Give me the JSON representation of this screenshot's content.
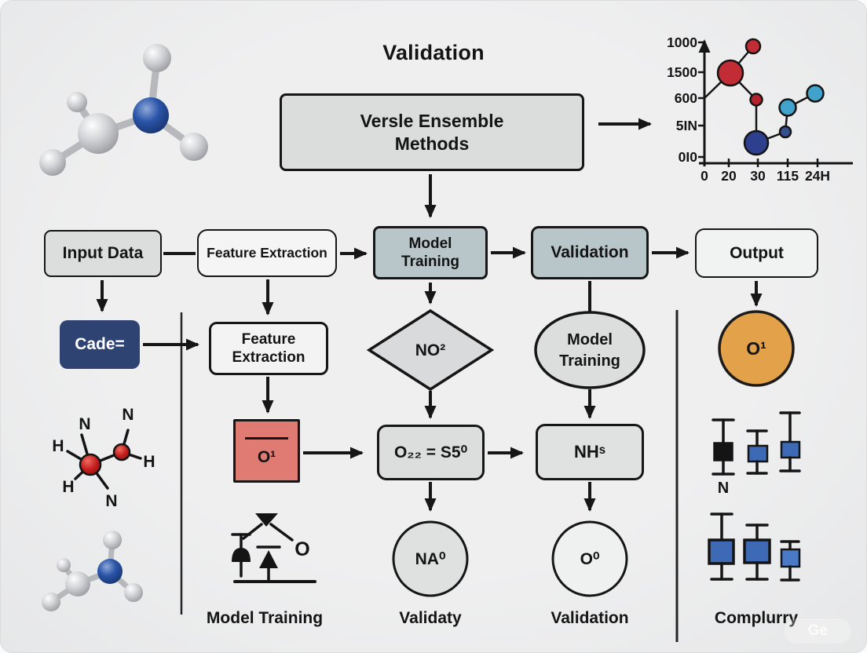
{
  "title": "Validation",
  "ensemble": {
    "line1": "Versle Ensemble",
    "line2": "Methods"
  },
  "pipeline": {
    "input_data": "Input Data",
    "feature_extraction": "Feature Extraction",
    "model_training_line1": "Model",
    "model_training_line2": "Training",
    "validation": "Validation",
    "output": "Output"
  },
  "stage2": {
    "code_box": "Cade=",
    "feature_line1": "Feature",
    "feature_line2": "Extraction",
    "decision_diamond": "NO²",
    "ellipse_line1": "Model",
    "ellipse_line2": "Training",
    "orange_node": "O¹"
  },
  "stage3": {
    "red_box": "O¹",
    "formula_box": "O₂₂ = S5⁰",
    "nh_box": "NHˢ"
  },
  "stage4": {
    "na_node": "NA⁰",
    "o_node": "O⁰"
  },
  "column_labels": {
    "left": "Model Training",
    "mid": "Validaty",
    "right": "Validation",
    "far_right": "Complurry"
  },
  "molecule2d": {
    "labels": [
      "N",
      "N",
      "H",
      "H",
      "N",
      "H"
    ]
  },
  "circuit": {
    "o_label": "O"
  },
  "watermark": "Ge",
  "colors": {
    "box_gray": "#dcdddd",
    "box_bluegray": "#b8c6c9",
    "navy_box": "#2e4372",
    "orange_node": "#e3a249",
    "red_box": "#e07b73",
    "chart_red": "#c22d35",
    "chart_navy": "#2e3f8e",
    "chart_cyan": "#41a2cb",
    "boxplot_blue": "#3e69b4"
  },
  "chart_data": [
    {
      "type": "line",
      "variant": "bubble-line-scatter",
      "position": "top-right",
      "title": "",
      "xlabel": "",
      "ylabel": "",
      "y_ticks": [
        "1000",
        "1500",
        "600",
        "5IN",
        "0I0"
      ],
      "x_ticks": [
        "0",
        "20",
        "30",
        "115",
        "24H"
      ],
      "grid": false,
      "legend": false,
      "points": [
        {
          "x": "20",
          "y_tick": "1500",
          "color": "#c22d35",
          "size": "large"
        },
        {
          "x": "~25",
          "y_tick": "1000",
          "color": "#c22d35",
          "size": "small"
        },
        {
          "x": "30",
          "y_tick": "600",
          "color": "#b5232c",
          "size": "small"
        },
        {
          "x": "30",
          "y_tick": "between 5IN and 0I0",
          "color": "#2e3f8e",
          "size": "large"
        },
        {
          "x": "~100",
          "y_tick": "5IN",
          "color": "#35508f",
          "size": "tiny"
        },
        {
          "x": "115",
          "y_tick": "between 600 and 5IN",
          "color": "#41a2cb",
          "size": "medium"
        },
        {
          "x": "24H",
          "y_tick": "just below 600",
          "color": "#41a2cb",
          "size": "medium"
        }
      ],
      "connections": "black segments: axis-to-large-red, branching up to small red, down through red x=30 to large navy, to tiny navy, up to cyan pair"
    },
    {
      "type": "boxplot",
      "variant": "pictogram",
      "position": "right-column",
      "rows": [
        {
          "label": "N",
          "boxes": [
            {
              "fill": "#141414",
              "box_size": "small"
            },
            {
              "fill": "#3e69b4",
              "box_size": "small"
            },
            {
              "fill": "#3e69b4",
              "box_size": "small"
            }
          ]
        },
        {
          "label": "",
          "boxes": [
            {
              "fill": "#3e69b4",
              "box_size": "large"
            },
            {
              "fill": "#3e69b4",
              "box_size": "large"
            },
            {
              "fill": "#4a79c5",
              "box_size": "small"
            }
          ]
        }
      ]
    }
  ]
}
